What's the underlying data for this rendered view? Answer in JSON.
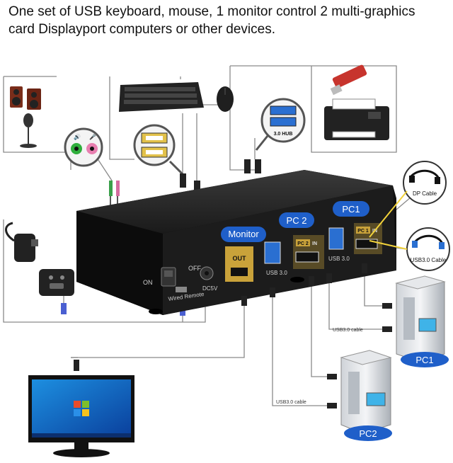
{
  "headline": {
    "line1": "One set of USB keyboard, mouse, 1 monitor control 2 multi-graphics",
    "line2": "card Displayport computers or other devices."
  },
  "badges": {
    "monitor": "Monitor",
    "pc2": "PC 2",
    "pc1": "PC1",
    "pc1_bottom": "PC1",
    "pc2_bottom": "PC2"
  },
  "panel": {
    "on": "ON",
    "off": "OFF",
    "dc5v": "DC5V",
    "wired_remote": "Wired Remote",
    "out": "OUT",
    "pc2_in_tag": "PC 2",
    "pc2_in_suffix": "IN",
    "pc1_in_tag": "PC 1",
    "pc1_in_suffix": "IN",
    "usb30_a": "USB 3.0",
    "usb30_b": "USB 3.0"
  },
  "callouts": {
    "hub": "3.0 HUB",
    "dp_cable": "DP Cable",
    "usb30_cable": "USB3.0 Cable"
  },
  "cable_labels": {
    "pc1": "USB3.0 cable",
    "pc2": "USB3.0 cable"
  },
  "colors": {
    "badge_blue": "#1f5fc9",
    "kvm_body": "#1e1e1e",
    "gold": "#c9a23a",
    "line_gray": "#8a8a8a"
  }
}
